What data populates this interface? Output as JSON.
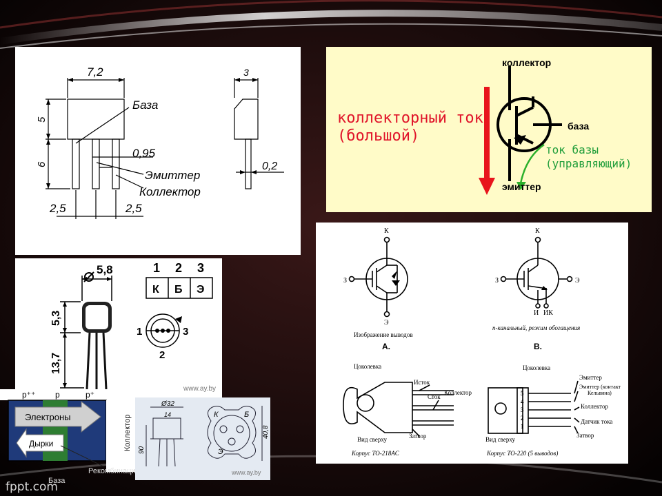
{
  "footer": {
    "brand": "fppt.com"
  },
  "p1": {
    "dim_width": "7,2",
    "dim_depth": "3",
    "dim_h1": "5",
    "dim_h2": "6",
    "label_base": "База",
    "dim_lead": "0,95",
    "dim_thick": "0,2",
    "label_emitter": "Эмиттер",
    "label_collector": "Коллектор",
    "dim_pitch_l": "2,5",
    "dim_pitch_r": "2,5"
  },
  "p2": {
    "label_collector": "коллектор",
    "label_base": "база",
    "label_emitter": "эмиттер",
    "collector_current_1": "коллекторный ток",
    "collector_current_2": "(большой)",
    "base_current_1": "ток базы",
    "base_current_2": "(управляющий)",
    "colors": {
      "arrow_red": "#e8141c",
      "arrow_green": "#2bb02b",
      "text_red": "#e0142a",
      "text_green": "#1f9d3a"
    }
  },
  "p3": {
    "dia": "5,8",
    "pin1": "1",
    "pin2": "2",
    "pin3": "3",
    "k": "К",
    "b": "Б",
    "e": "Э",
    "h1": "5,3",
    "h2": "13,7",
    "watermark": "www.ay.by",
    "bottom_n": "1",
    "bottom_right": "3",
    "bottom_down": "2"
  },
  "p4": {
    "p_left": "p⁺⁺",
    "p_mid": "p",
    "p_right": "p⁺",
    "electrons": "Электроны",
    "holes": "Дырки",
    "recombination": "Рекомбинация",
    "base": "База",
    "collector_v": "Коллектор"
  },
  "p5": {
    "dia": "Ø32",
    "h": "90",
    "k": "К",
    "b": "Б",
    "e": "Э",
    "dim_v": "40,8",
    "watermark": "www.ay.by",
    "n14": "14"
  },
  "p6": {
    "a_k": "К",
    "a_z": "З",
    "a_e": "Э",
    "a_caption": "Изображение выводов",
    "a_letter": "A.",
    "b_k": "К",
    "b_z": "З",
    "b_e": "Э",
    "b_i": "И",
    "b_ik": "ИК",
    "b_caption": "n-канальный, режим обогащения",
    "b_letter": "B.",
    "socket_l": "Цоколевка",
    "socket_r": "Цоколевка",
    "l_istok": "Исток",
    "l_stok": "Сток",
    "l_zatvor": "Затвор",
    "l_view": "Вид сверху",
    "l_case": "Корпус TO-218AC",
    "r_kollektor": "Коллектор",
    "r_emitter": "Эмиттер",
    "r_emitter_k1": "Эмиттер (контакт",
    "r_emitter_k2": "Кельвина)",
    "r_kollektor2": "Коллектор",
    "r_datchik": "Датчик тока",
    "r_zatvor": "Затвор",
    "r_view": "Вид сверху",
    "r_case": "Корпус TO-220 (5 выводов)",
    "r_pins": [
      "5",
      "4",
      "3",
      "2",
      "1"
    ]
  }
}
